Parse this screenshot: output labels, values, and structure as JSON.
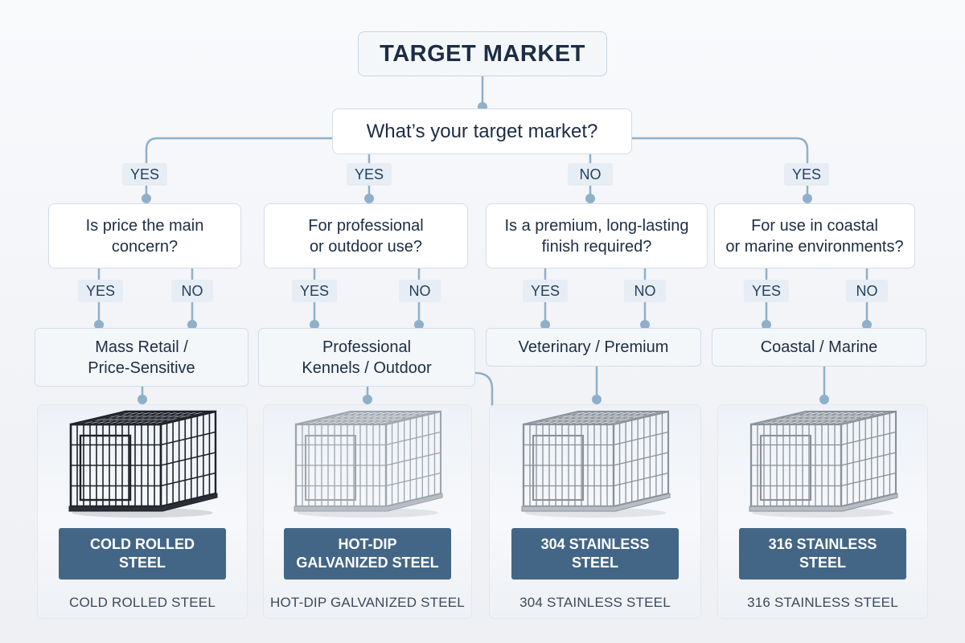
{
  "title": "TARGET MARKET",
  "root_question": "What’s your target market?",
  "columns": [
    {
      "branch_label": "YES",
      "question": [
        "Is price the main",
        "concern?"
      ],
      "yes_label": "YES",
      "no_label": "NO",
      "outcome": [
        "Mass Retail /",
        "Price-Sensitive"
      ],
      "badge": [
        "COLD ROLLED",
        "STEEL"
      ],
      "caption": "COLD ROLLED STEEL",
      "cage_color": "#1f2328"
    },
    {
      "branch_label": "YES",
      "question": [
        "For professional",
        "or outdoor use?"
      ],
      "yes_label": "YES",
      "no_label": "NO",
      "outcome": [
        "Professional",
        "Kennels / Outdoor"
      ],
      "badge": [
        "HOT-DIP",
        "GALVANIZED STEEL"
      ],
      "caption": "HOT-DIP GALVANIZED STEEL",
      "cage_color": "#9ea5ad"
    },
    {
      "branch_label": "NO",
      "question": [
        "Is a premium, long-lasting",
        "finish required?"
      ],
      "yes_label": "YES",
      "no_label": "NO",
      "outcome": [
        "Veterinary / Premium"
      ],
      "badge": [
        "304 STAINLESS",
        "STEEL"
      ],
      "caption": "304 STAINLESS STEEL",
      "cage_color": "#8a9199"
    },
    {
      "branch_label": "YES",
      "question": [
        "For use in coastal",
        "or marine environments?"
      ],
      "yes_label": "YES",
      "no_label": "NO",
      "outcome": [
        "Coastal / Marine"
      ],
      "badge": [
        "316 STAINLESS",
        "STEEL"
      ],
      "caption": "316 STAINLESS STEEL",
      "cage_color": "#8a9199"
    }
  ],
  "colors": {
    "connector": "#8fb0c8",
    "badge": "#436686",
    "text": "#1c2d44"
  }
}
